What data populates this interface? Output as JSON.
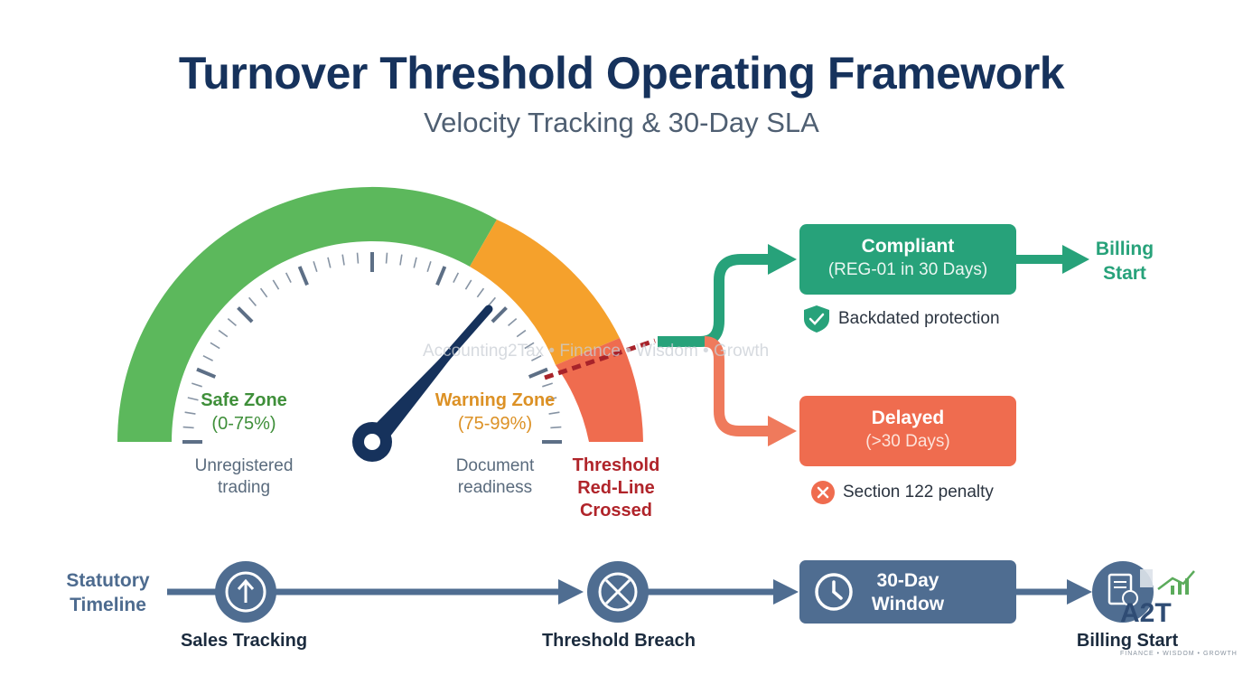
{
  "header": {
    "title": "Turnover Threshold Operating Framework",
    "subtitle": "Velocity Tracking & 30-Day SLA"
  },
  "gauge": {
    "safe_zone": {
      "title": "Safe Zone",
      "range": "(0-75%)",
      "description_line1": "Unregistered",
      "description_line2": "trading",
      "color": "#5cb85c"
    },
    "warning_zone": {
      "title": "Warning Zone",
      "range": "(75-99%)",
      "description_line1": "Document",
      "description_line2": "readiness",
      "color": "#f5a12c"
    },
    "redline_zone": {
      "label_line1": "Threshold",
      "label_line2": "Red-Line",
      "label_line3": "Crossed",
      "color": "#ef6c4f"
    },
    "needle_value_percent": 82,
    "needle_color": "#16325c"
  },
  "outcomes": {
    "compliant": {
      "title": "Compliant",
      "subtitle": "(REG-01 in 30 Days)",
      "color": "#27a27a"
    },
    "compliant_next": {
      "line1": "Billing",
      "line2": "Start"
    },
    "compliant_note": {
      "icon": "shield-check-icon",
      "text": "Backdated protection"
    },
    "delayed": {
      "title": "Delayed",
      "subtitle": "(>30 Days)",
      "color": "#ef6c4f"
    },
    "delayed_note": {
      "icon": "x-circle-icon",
      "text": "Section 122 penalty"
    }
  },
  "timeline": {
    "label_line1": "Statutory",
    "label_line2": "Timeline",
    "steps": [
      {
        "label": "Sales Tracking",
        "icon": "arrow-up-circle-icon"
      },
      {
        "label": "Threshold Breach",
        "icon": "x-circle-icon"
      },
      {
        "label_line1": "30-Day",
        "label_line2": "Window",
        "icon": "clock-icon"
      },
      {
        "label": "Billing Start",
        "icon": "receipt-icon"
      }
    ],
    "color": "#4f6d91"
  },
  "watermark": "Accounting2Tax • Finance • Wisdom • Growth",
  "logo": {
    "mark": "A2T",
    "tagline": "FINANCE • WISDOM • GROWTH"
  }
}
